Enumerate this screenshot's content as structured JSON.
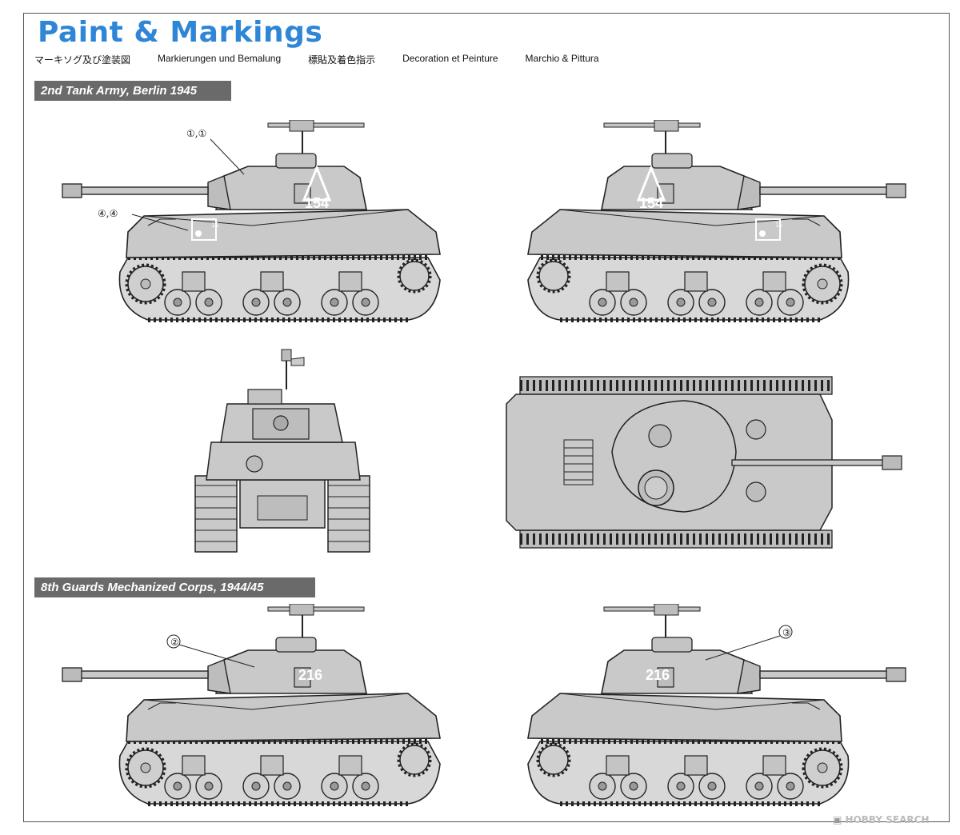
{
  "title": "Paint & Markings",
  "subtitles": [
    "マーキソグ及び塗装図",
    "Markierungen und Bemalung",
    "標貼及着色指示",
    "Decoration et Peinture",
    "Marchio & Pittura"
  ],
  "sections": [
    {
      "label": "2nd Tank Army, Berlin 1945"
    },
    {
      "label": "8th Guards Mechanized Corps, 1944/45"
    }
  ],
  "markings": {
    "turret_number_1": "154",
    "turret_number_2": "216",
    "hull_tag": "15"
  },
  "callouts": {
    "c1": "①,①",
    "c4": "④,④",
    "c2": "②",
    "c3": "③"
  },
  "watermark": "HOBBY SEARCH",
  "colors": {
    "title": "#2f86d6",
    "label_bg": "#6a6a6a",
    "tank_fill": "#c9c9c9",
    "line": "#222222"
  }
}
